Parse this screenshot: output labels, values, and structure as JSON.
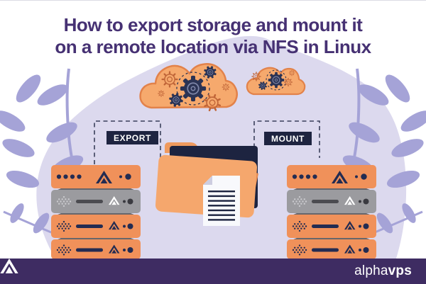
{
  "title": {
    "line1": "How to export storage and mount it",
    "line2": "on a remote location via NFS in Linux"
  },
  "flow": {
    "export_label": "EXPORT",
    "mount_label": "MOUNT"
  },
  "footer": {
    "brand_regular": "alpha",
    "brand_bold": "vps"
  },
  "colors": {
    "title_purple": "#463173",
    "footer_purple": "#3e2c62",
    "label_bg": "#1e2440",
    "navy_detail": "#232c52",
    "cloud_orange": "#f6a96d",
    "cloud_outline": "#e2824a",
    "server_orange": "#f0915a",
    "server_gray": "#9b9b9f",
    "lavender_blob": "#dcd9ee",
    "leaf_purple": "#a5a3d7",
    "document_white": "#f8f9fc"
  },
  "icons": {
    "cloud_large": "cloud-with-gears-icon",
    "cloud_small": "cloud-with-gears-icon",
    "folder": "open-folder-icon",
    "document": "text-document-icon",
    "server_stack_left": "server-stack-icon",
    "server_stack_right": "server-stack-icon",
    "plants": "leaf-branch-icon",
    "brand_logo": "alphavps-triangle-logo"
  }
}
